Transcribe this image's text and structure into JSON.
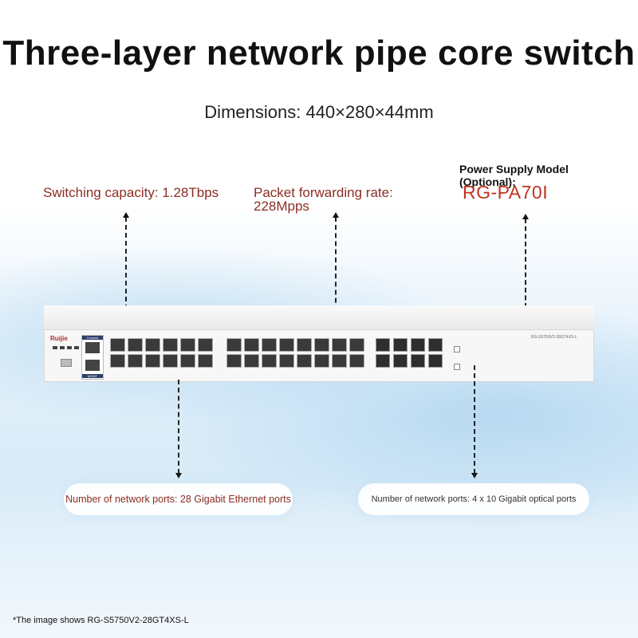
{
  "title": "Three-layer network pipe core switch",
  "dimensions": "Dimensions: 440×280×44mm",
  "specs": {
    "switching_capacity": "Switching capacity: 1.28Tbps",
    "forwarding_rate": "Packet forwarding rate: 228Mpps",
    "power_supply_label": "Power Supply Model (Optional):",
    "power_supply_model": "RG-PA70I",
    "ethernet_ports": "Number of network ports: 28 Gigabit Ethernet ports",
    "optical_ports": "Number of network ports: 4 x 10 Gigabit optical ports"
  },
  "device": {
    "brand": "Ruijie",
    "model_label": "RG-S5750V2-28GT4XS-L",
    "console_label": "Console",
    "mgmt_label": "MGMT"
  },
  "footnote": "*The image shows RG-S5750V2-28GT4XS-L",
  "colors": {
    "accent_text": "#8b2d22",
    "model_red": "#c2321e"
  }
}
